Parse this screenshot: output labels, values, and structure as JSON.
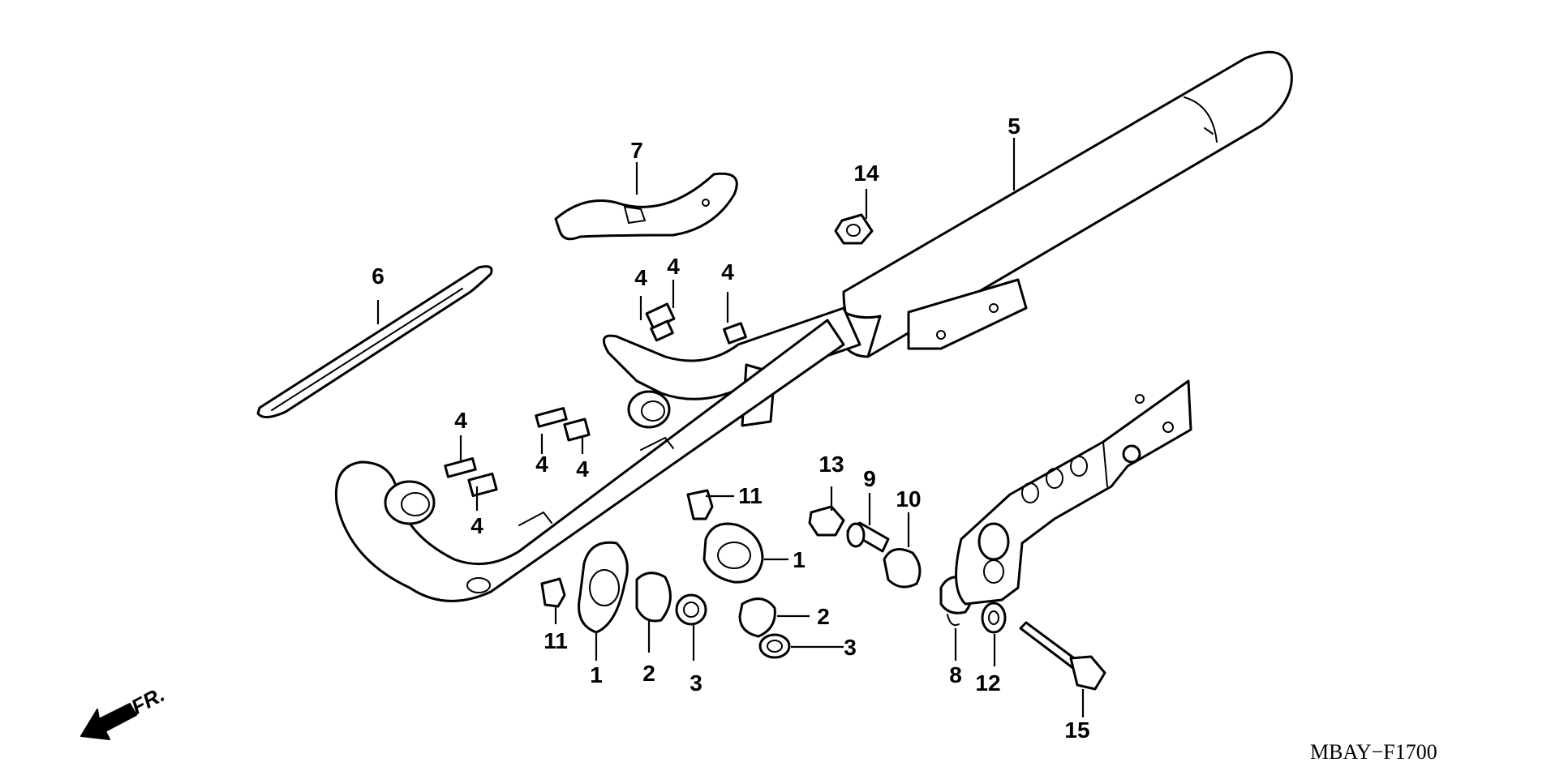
{
  "callouts": [
    {
      "key": "c1a",
      "label": "1"
    },
    {
      "key": "c1b",
      "label": "1"
    },
    {
      "key": "c2a",
      "label": "2"
    },
    {
      "key": "c2b",
      "label": "2"
    },
    {
      "key": "c3a",
      "label": "3"
    },
    {
      "key": "c3b",
      "label": "3"
    },
    {
      "key": "c4a",
      "label": "4"
    },
    {
      "key": "c4b",
      "label": "4"
    },
    {
      "key": "c4c",
      "label": "4"
    },
    {
      "key": "c4d",
      "label": "4"
    },
    {
      "key": "c4e",
      "label": "4"
    },
    {
      "key": "c4f",
      "label": "4"
    },
    {
      "key": "c4g",
      "label": "4"
    },
    {
      "key": "c5",
      "label": "5"
    },
    {
      "key": "c6",
      "label": "6"
    },
    {
      "key": "c7",
      "label": "7"
    },
    {
      "key": "c8",
      "label": "8"
    },
    {
      "key": "c9",
      "label": "9"
    },
    {
      "key": "c10",
      "label": "10"
    },
    {
      "key": "c11a",
      "label": "11"
    },
    {
      "key": "c11b",
      "label": "11"
    },
    {
      "key": "c12",
      "label": "12"
    },
    {
      "key": "c13",
      "label": "13"
    },
    {
      "key": "c14",
      "label": "14"
    },
    {
      "key": "c15",
      "label": "15"
    }
  ],
  "front_arrow_label": "FR.",
  "diagram_code": "MBAY−F1700"
}
